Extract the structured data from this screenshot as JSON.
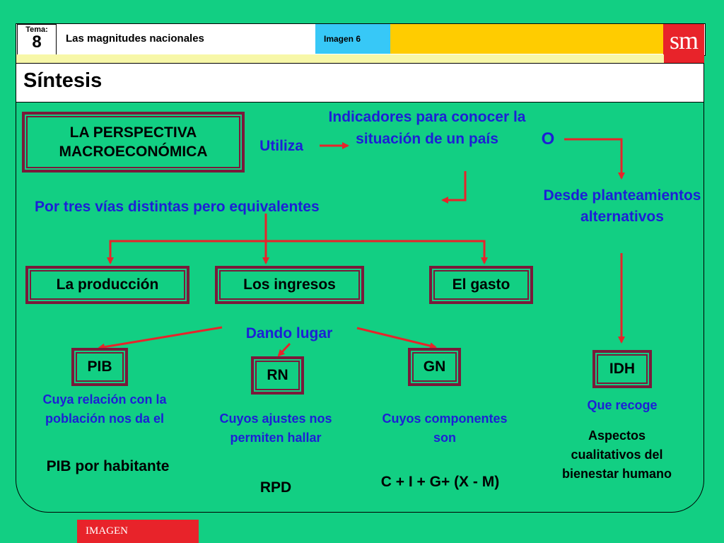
{
  "header": {
    "tema_label": "Tema:",
    "tema_number": "8",
    "title": "Las magnitudes nacionales",
    "image_label": "Imagen 6",
    "logo": "sm",
    "section_title": "Síntesis"
  },
  "diagram": {
    "perspectiva": "LA PERSPECTIVA MACROECONÓMICA",
    "utiliza": "Utiliza",
    "indicadores": "Indicadores para conocer la situación de un país",
    "o": "O",
    "desde": "Desde planteamientos alternativos",
    "tres_vias": "Por tres vías distintas pero equivalentes",
    "produccion": "La producción",
    "ingresos": "Los ingresos",
    "gasto": "El gasto",
    "dando_lugar": "Dando lugar",
    "pib": "PIB",
    "rn": "RN",
    "gn": "GN",
    "idh": "IDH",
    "pib_desc": "Cuya relación con la población nos da el",
    "pib_result": "PIB por habitante",
    "rn_desc": "Cuyos ajustes nos permiten hallar",
    "rn_result": "RPD",
    "gn_desc": "Cuyos componentes son",
    "gn_result": "C + I + G+ (X - M)",
    "idh_recoge": "Que recoge",
    "idh_desc": "Aspectos cualitativos del bienestar humano"
  },
  "footer": {
    "imagen_button": "IMAGEN"
  },
  "colors": {
    "background": "#12cf83",
    "arrow": "#e8232a",
    "box_border": "#7a1a3a",
    "blue_text": "#1d1fd6",
    "logo_bg": "#e8232a",
    "image_cell": "#37c8f7",
    "yellow": "#ffcc00"
  }
}
